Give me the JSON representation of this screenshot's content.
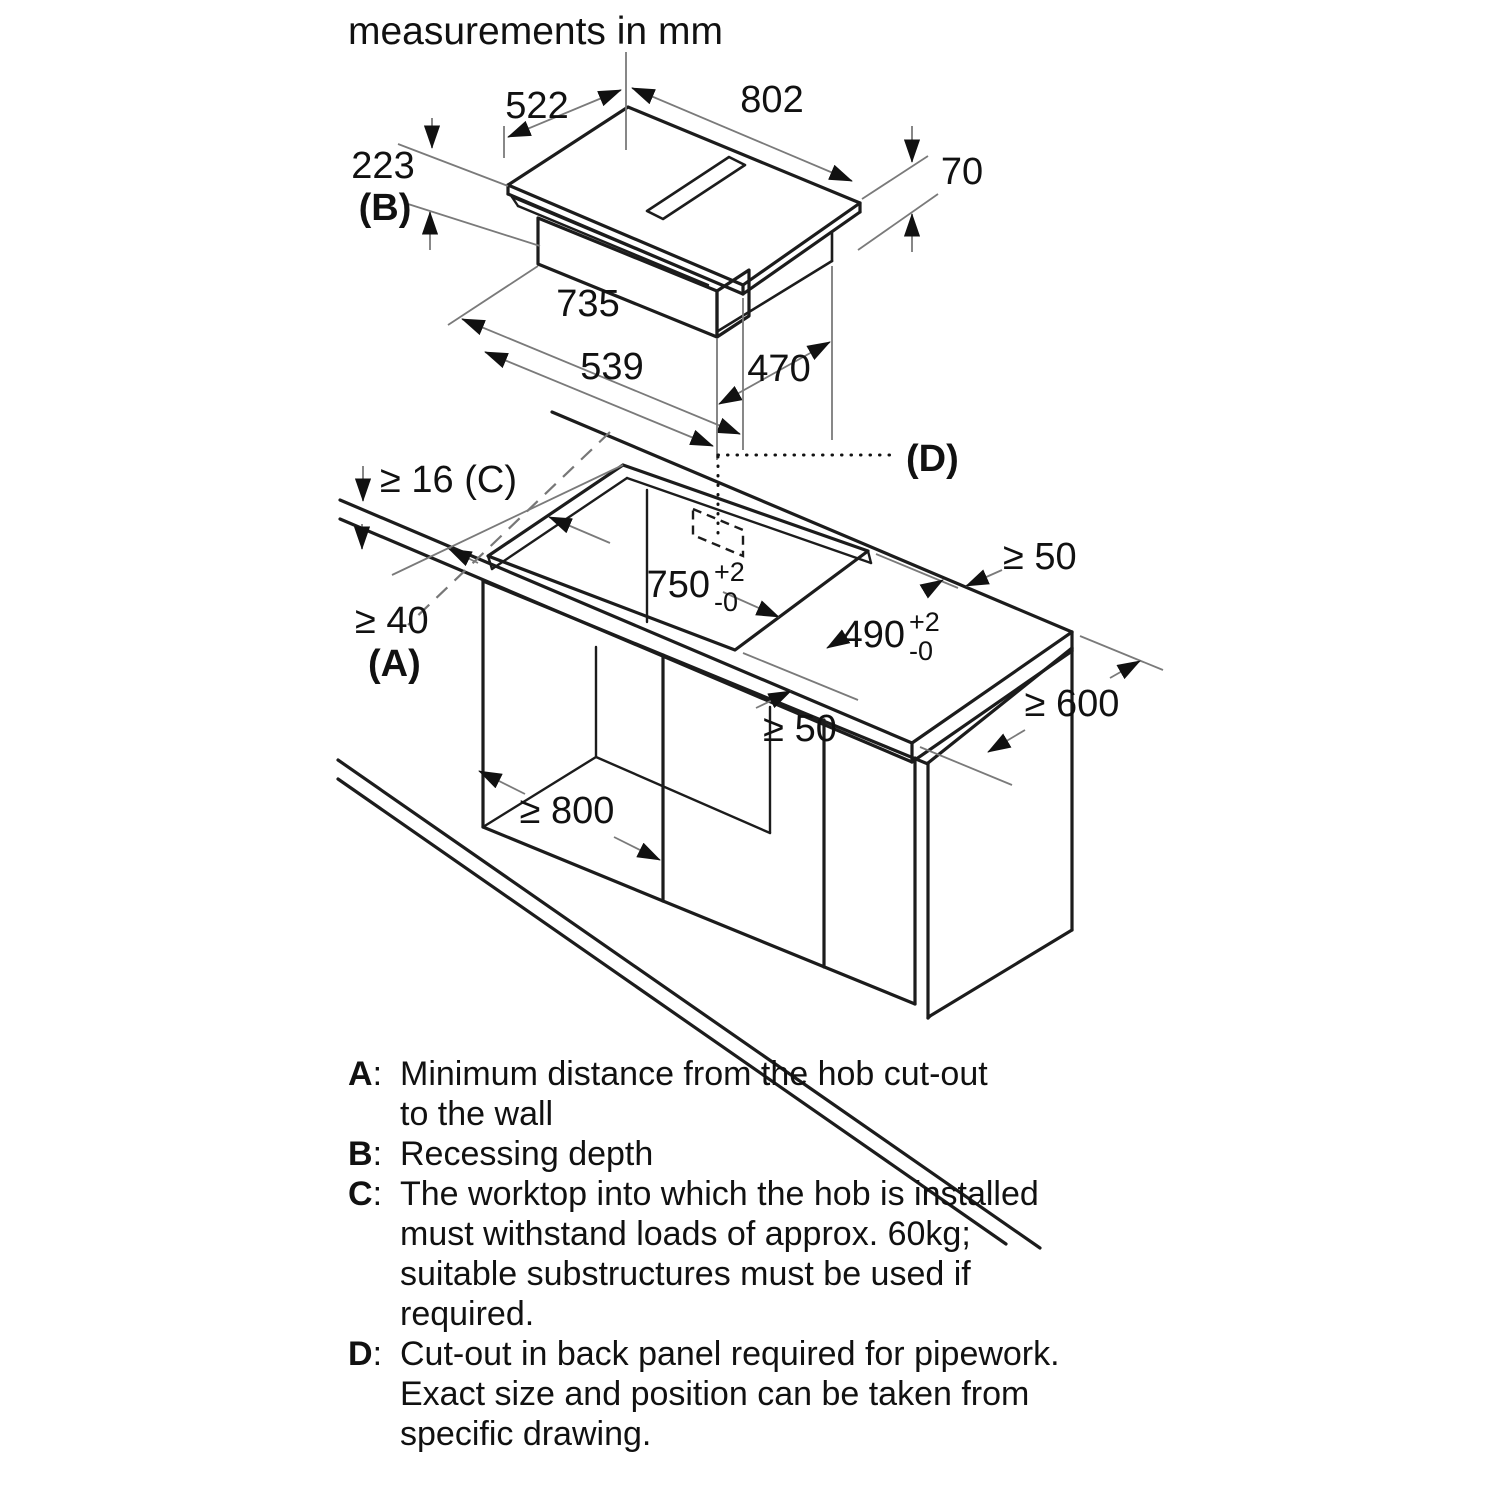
{
  "title": "measurements in mm",
  "colors": {
    "line": "#1c1c1c",
    "dim_line": "#7a7a7a",
    "background": "#ffffff"
  },
  "top_view": {
    "width_top": "522",
    "length_top": "802",
    "recess_depth": "223",
    "recess_key": "(B)",
    "height": "70",
    "base_length": "735",
    "base_width": "539",
    "base_depth": "470"
  },
  "installation_view": {
    "worktop_thickness": "≥ 16 (C)",
    "wall_distance": "≥ 40",
    "wall_key": "(A)",
    "cutout_width": {
      "value": "750",
      "plus": "+2",
      "minus": "-0"
    },
    "cutout_depth": {
      "value": "490",
      "plus": "+2",
      "minus": "-0"
    },
    "back_clearance": "≥ 50",
    "front_clearance": "≥ 50",
    "worktop_depth": "≥ 600",
    "cabinet_width": "≥ 800",
    "pipework_key": "(D)"
  },
  "legend": {
    "separator": ":",
    "items": [
      {
        "key": "A",
        "lines": [
          "Minimum distance from the hob cut-out",
          "to the wall"
        ]
      },
      {
        "key": "B",
        "lines": [
          "Recessing depth"
        ]
      },
      {
        "key": "C",
        "lines": [
          "The worktop into which the hob is installed",
          "must withstand loads of approx. 60kg;",
          "suitable substructures must be used if",
          "required."
        ]
      },
      {
        "key": "D",
        "lines": [
          "Cut-out in back panel required for pipework.",
          "Exact size and position can be taken from",
          "specific drawing."
        ]
      }
    ]
  }
}
